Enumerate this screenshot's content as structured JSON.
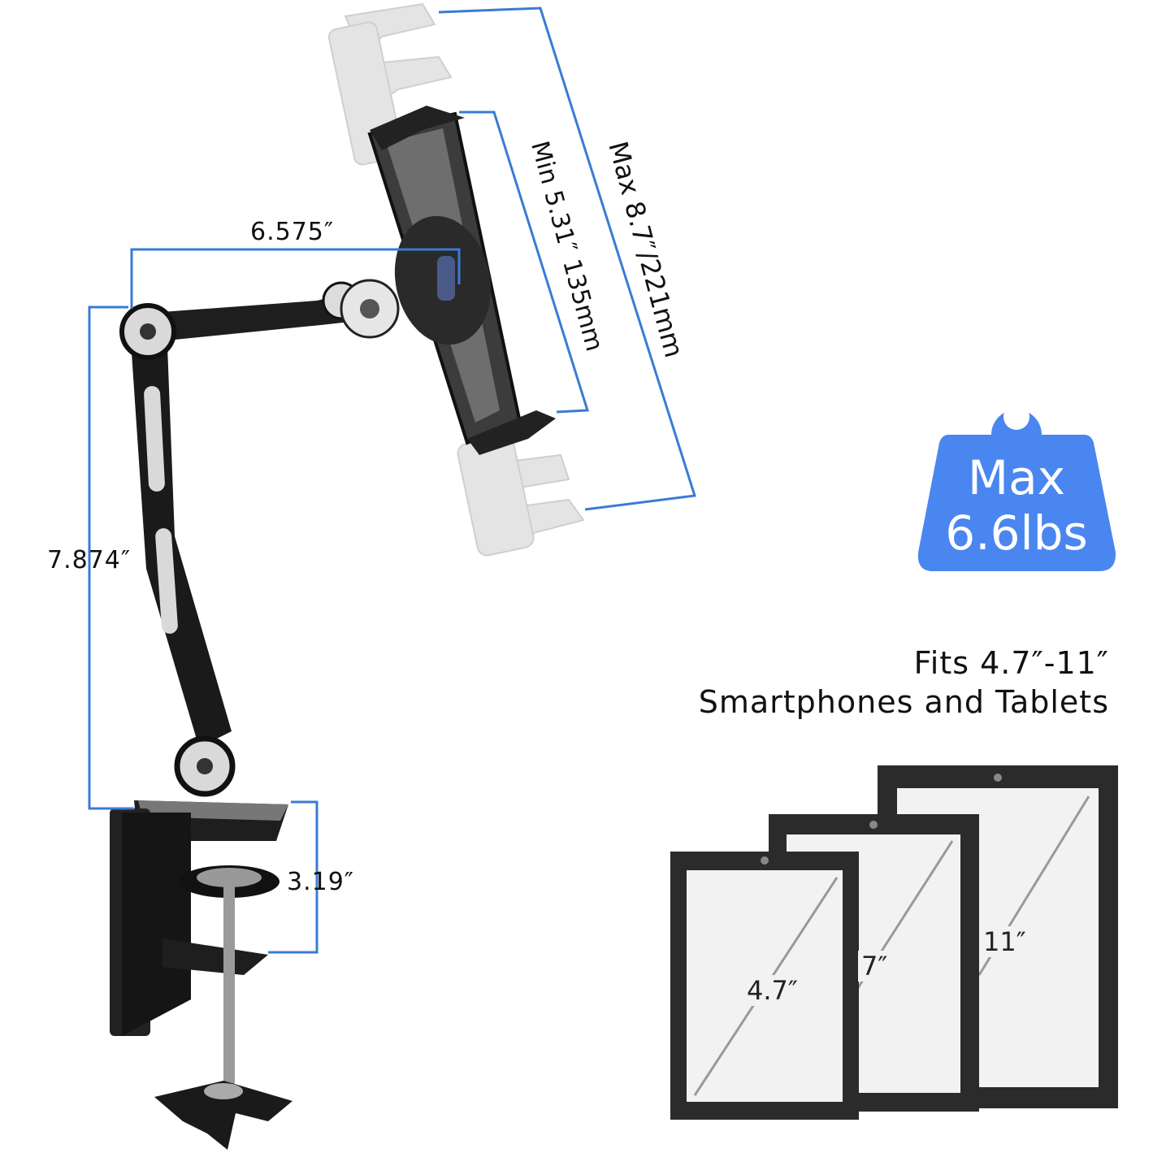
{
  "dimensions": {
    "arm_width": "6.575″",
    "arm_height": "7.874″",
    "clamp_opening": "3.19″",
    "min_grip": "Min 5.31″ 135mm",
    "max_grip": "Max 8.7″/221mm"
  },
  "load": {
    "line1": "Max",
    "line2": "6.6lbs"
  },
  "fits": {
    "line1": "Fits 4.7″-11″",
    "line2": "Smartphones and Tablets"
  },
  "device_sizes": [
    "4.7″",
    "7″",
    "11″"
  ],
  "colors": {
    "dimension_line": "#3a7bd5",
    "weight_badge": "#4a86f0",
    "device_frame": "#2b2b2b",
    "device_screen": "#f2f2f2",
    "mount_metal": "#1e1e1e"
  },
  "icons": {
    "product": "tablet-arm-mount-illustration",
    "weight": "weight-icon"
  }
}
